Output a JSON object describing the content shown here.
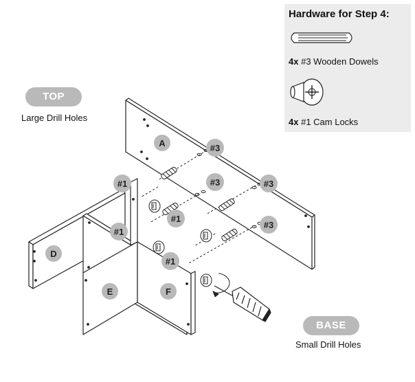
{
  "hardware": {
    "title": "Hardware for Step 4:",
    "dowels": {
      "qty": "4x",
      "label": "#3 Wooden Dowels",
      "icon": "wooden-dowel-icon"
    },
    "camlocks": {
      "qty": "4x",
      "label": "#1 Cam Locks",
      "icon": "cam-lock-icon"
    }
  },
  "top": {
    "badge": "TOP",
    "caption": "Large Drill Holes"
  },
  "base": {
    "badge": "BASE",
    "caption": "Small Drill Holes"
  },
  "panels": {
    "a": "A",
    "d": "D",
    "e": "E",
    "f": "F"
  },
  "callouts": {
    "dowel_1": "#3",
    "dowel_2": "#3",
    "dowel_3": "#3",
    "dowel_4": "#3",
    "cam_1": "#1",
    "cam_2": "#1",
    "cam_3": "#1",
    "cam_4": "#1"
  },
  "icons": {
    "tool": "screwdriver-icon",
    "rotation": "rotation-arrow-icon"
  },
  "colors": {
    "badge_gray": "#b9b9b9",
    "panel_line": "#222222",
    "hardware_bg": "#ececec"
  }
}
